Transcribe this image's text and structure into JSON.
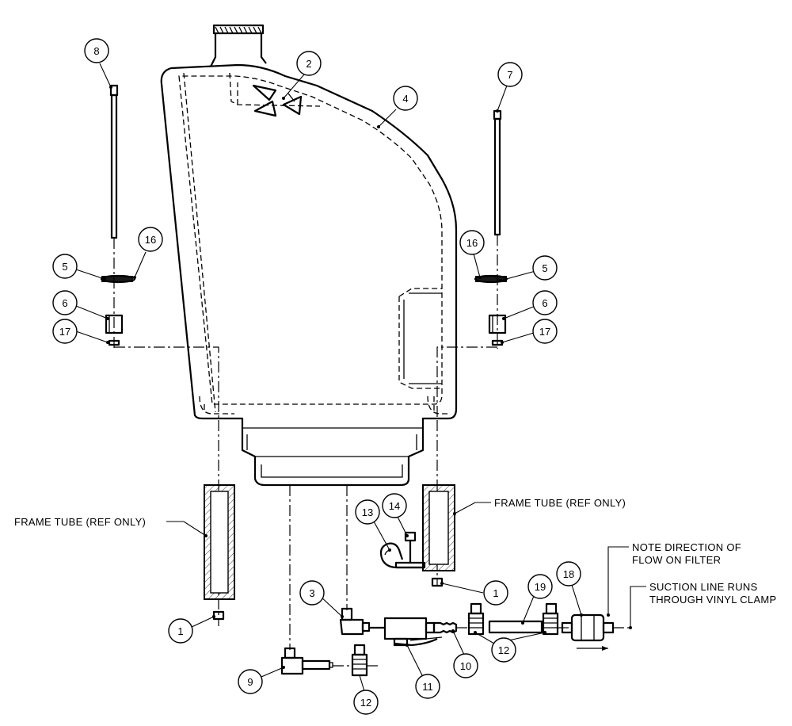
{
  "balloons": {
    "b_8": "8",
    "b_2": "2",
    "b_4": "4",
    "b_7": "7",
    "b_16_left": "16",
    "b_5_left": "5",
    "b_6_left": "6",
    "b_17_left": "17",
    "b_16_right": "16",
    "b_5_right": "5",
    "b_6_right": "6",
    "b_17_right": "17",
    "b_13": "13",
    "b_14": "14",
    "b_1_right": "1",
    "b_1_left": "1",
    "b_3": "3",
    "b_19": "19",
    "b_18": "18",
    "b_10": "10",
    "b_12_right": "12",
    "b_11": "11",
    "b_9": "9",
    "b_12_bottom": "12"
  },
  "notes": {
    "frame_tube_left": "FRAME TUBE (REF ONLY)",
    "frame_tube_right": "FRAME TUBE (REF ONLY)",
    "filter_note_line1": "NOTE DIRECTION OF",
    "filter_note_line2": "FLOW ON FILTER",
    "suction_note_line1": "SUCTION LINE RUNS",
    "suction_note_line2": "THROUGH VINYL CLAMP"
  }
}
